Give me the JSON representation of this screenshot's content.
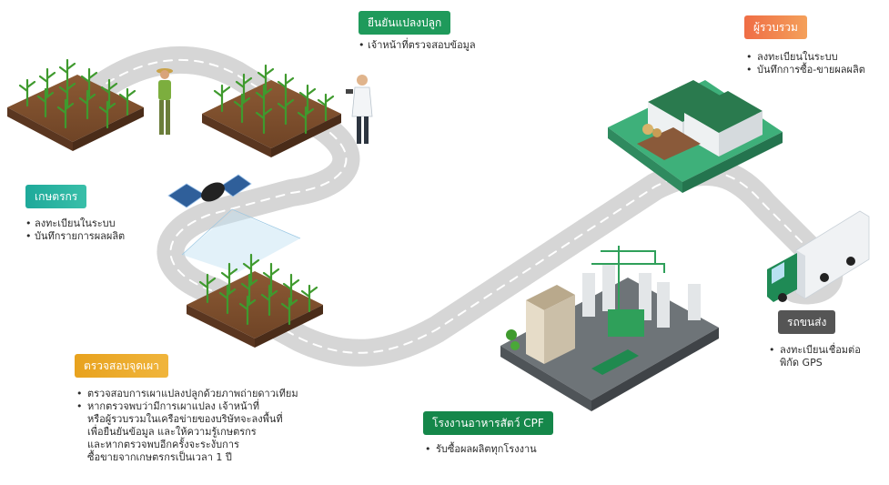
{
  "stages": {
    "verify_plot": {
      "title": "ยืนยันแปลงปลูก",
      "items": [
        "เจ้าหน้าที่ตรวจสอบข้อมูล"
      ],
      "color1": "#1f9a5b",
      "color2": "#1f9a5b"
    },
    "collector": {
      "title": "ผู้รวบรวม",
      "items": [
        "ลงทะเบียนในระบบ",
        "บันทึกการซื้อ-ขายผลผลิต"
      ],
      "color1": "#ef6d45",
      "color2": "#f4a05a"
    },
    "farmer": {
      "title": "เกษตรกร",
      "items": [
        "ลงทะเบียนในระบบ",
        "บันทึกรายการผลผลิต"
      ],
      "color1": "#1ea99a",
      "color2": "#39bfa9"
    },
    "burn_check": {
      "title": "ตรวจสอบจุดเผา",
      "items": [
        "ตรวจสอบการเผาแปลงปลูกด้วยภาพถ่ายดาวเทียม",
        "หากตรวจพบว่ามีการเผาแปลง เจ้าหน้าที่"
      ],
      "continuation": [
        "หรือผู้รวบรวมในเครือข่ายของบริษัทจะลงพื้นที่",
        "เพื่อยืนยันข้อมูล และให้ความรู้เกษตรกร",
        "และหากตรวจพบอีกครั้งจะระงับการ",
        "ซื้อขายจากเกษตรกรเป็นเวลา 1 ปี"
      ],
      "color1": "#e8a21e",
      "color2": "#f0b53c"
    },
    "feed_mill": {
      "title": "โรงงานอาหารสัตว์ CPF",
      "items": [
        "รับซื้อผลผลิตทุกโรงงาน"
      ],
      "color1": "#15874a",
      "color2": "#15874a"
    },
    "transport": {
      "title": "รถขนส่ง",
      "items": [
        "ลงทะเบียนเชื่อมต่อ"
      ],
      "continuation": [
        "พิกัด GPS"
      ],
      "color1": "#555555",
      "color2": "#555555"
    }
  }
}
